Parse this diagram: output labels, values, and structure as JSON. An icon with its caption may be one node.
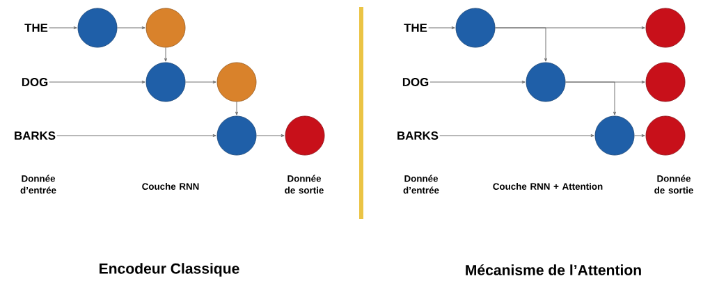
{
  "diagram": {
    "nodes": [
      {
        "text": [
          "THE"
        ]
      },
      {
        "text": [
          "DOG"
        ]
      },
      {
        "text": [
          "BARKS"
        ]
      },
      {
        "text": [],
        "shape": "circle"
      },
      {
        "text": [],
        "shape": "circle"
      },
      {
        "text": [],
        "shape": "circle"
      },
      {
        "text": [],
        "shape": "circle"
      },
      {
        "text": [],
        "shape": "circle"
      },
      {
        "text": [],
        "shape": "circle"
      },
      {
        "text": [
          "THE"
        ]
      },
      {
        "text": [
          "DOG"
        ]
      },
      {
        "text": [
          "BARKS"
        ]
      },
      {
        "text": [],
        "shape": "circle"
      },
      {
        "text": [],
        "shape": "circle"
      },
      {
        "text": [],
        "shape": "circle"
      },
      {
        "text": [],
        "shape": "circle"
      },
      {
        "text": [],
        "shape": "circle"
      },
      {
        "text": [],
        "shape": "circle"
      }
    ],
    "edges": [
      {
        "from": 0,
        "to": 3,
        "arrow": "to"
      },
      {
        "from": 3,
        "to": 4,
        "arrow": "to"
      },
      {
        "from": 4,
        "to": 5,
        "arrow": "to"
      },
      {
        "from": 1,
        "to": 5,
        "arrow": "to"
      },
      {
        "from": 5,
        "to": 6,
        "arrow": "to"
      },
      {
        "from": 6,
        "to": 7,
        "arrow": "to"
      },
      {
        "from": 2,
        "to": 7,
        "arrow": "to"
      },
      {
        "from": 7,
        "to": 8,
        "arrow": "to"
      },
      {
        "from": 9,
        "to": 12,
        "arrow": "to"
      },
      {
        "from": 12,
        "to": 15,
        "arrow": "to"
      },
      {
        "from": 12,
        "to": 13,
        "arrow": "to"
      },
      {
        "from": 10,
        "to": 13,
        "arrow": "to"
      },
      {
        "from": 13,
        "to": 16,
        "arrow": "to"
      },
      {
        "from": 13,
        "to": 14,
        "arrow": "to"
      },
      {
        "from": 11,
        "to": 14,
        "arrow": "to"
      },
      {
        "from": 14,
        "to": 17,
        "arrow": "to"
      }
    ],
    "labels": [
      "Donnée d’entrée",
      "Couche RNN",
      "Donnée de sortie",
      "Donnée d’entrée",
      "Couche RNN + Attention",
      "Donnée de sortie",
      "Encodeur Classique",
      "Mécanisme de l’Attention"
    ]
  }
}
